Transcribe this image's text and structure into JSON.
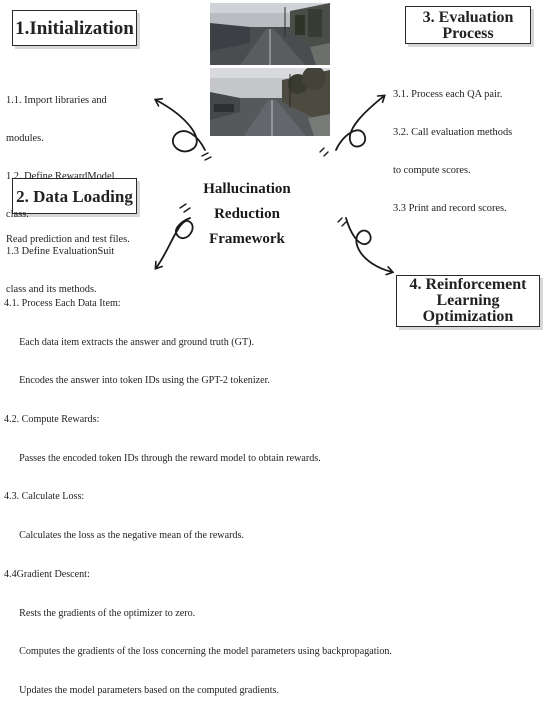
{
  "boxes": {
    "initialization": "1.Initialization",
    "evaluation": "3. Evaluation Process",
    "data_loading": "2. Data Loading",
    "reinforcement": "4. Reinforcement Learning Optimization"
  },
  "center_title": "Hallucination Reduction Framework",
  "initialization_steps": [
    "1.1. Import libraries and",
    "modules.",
    "1.2. Define RewardModel",
    "class.",
    "1.3 Define EvaluationSuit",
    "class and its methods."
  ],
  "evaluation_steps": [
    "3.1. Process each QA pair.",
    "3.2. Call evaluation methods",
    "to compute scores.",
    "3.3 Print and record scores."
  ],
  "data_loading_text": "Read prediction and test files.",
  "optimization_steps": [
    "4.1. Process Each Data Item:",
    "      Each data item extracts the answer and ground truth (GT).",
    "      Encodes the answer into token IDs using the GPT-2 tokenizer.",
    "4.2. Compute Rewards:",
    "      Passes the encoded token IDs through the reward model to obtain rewards.",
    "4.3. Calculate Loss:",
    "      Calculates the loss as the negative mean of the rewards.",
    "4.4Gradient Descent:",
    "      Rests the gradients of the optimizer to zero.",
    "      Computes the gradients of the loss concerning the model parameters using backpropagation.",
    "      Updates the model parameters based on the computed gradients."
  ],
  "colors": {
    "box_border": "#2a2a2a",
    "box_shadow": "#d7d7d7",
    "arrow": "#1a1a1a",
    "text": "#1f1f1f"
  }
}
